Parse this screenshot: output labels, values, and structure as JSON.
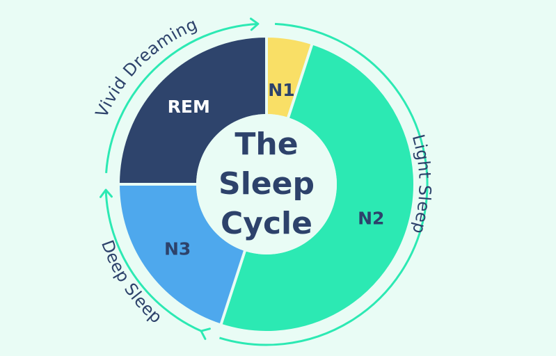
{
  "chart_data": {
    "type": "pie",
    "variant": "donut",
    "title_lines": [
      "The",
      "Sleep",
      "Cycle"
    ],
    "segments": [
      {
        "label": "N1",
        "value": 5,
        "color": "#f9df66",
        "label_color": "#2d426b"
      },
      {
        "label": "N2",
        "value": 50,
        "color": "#2ce9b3",
        "label_color": "#2d426b"
      },
      {
        "label": "N3",
        "value": 20,
        "color": "#4ea8ed",
        "label_color": "#2d426b"
      },
      {
        "label": "REM",
        "value": 25,
        "color": "#2e446c",
        "label_color": "#ffffff"
      }
    ],
    "cycle_labels": {
      "light": "Light Sleep",
      "deep": "Deep Sleep",
      "vivid": "Vivid Dreaming"
    }
  },
  "colors": {
    "background": "#e9fcf5",
    "ring": "#2ce9b3",
    "text": "#2d426b"
  }
}
